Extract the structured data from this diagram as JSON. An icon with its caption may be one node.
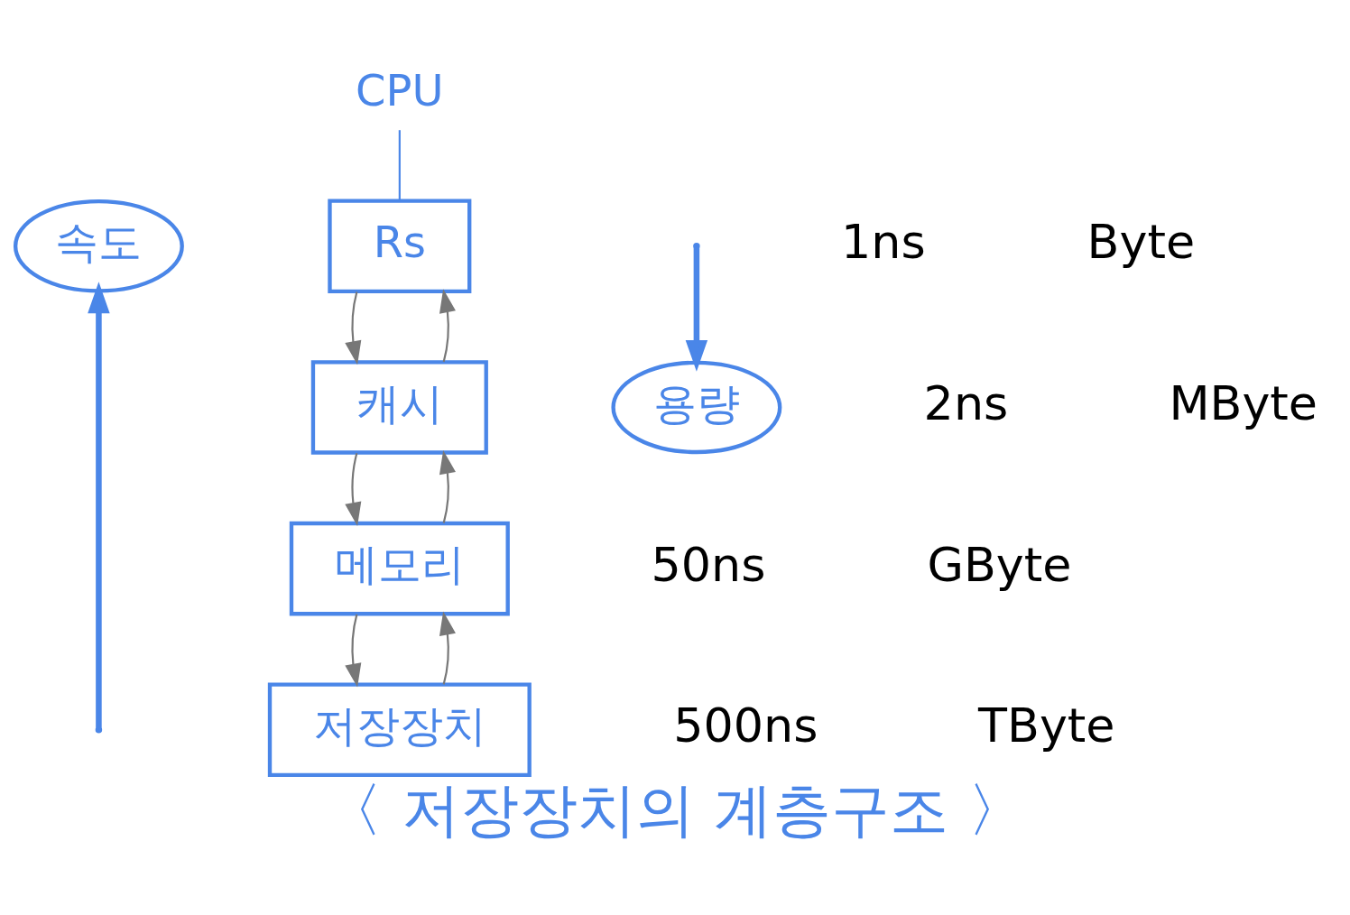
{
  "diagram": {
    "caption": "〈 저장장치의 계층구조 〉",
    "nodes": [
      {
        "text": [
          "속도"
        ]
      },
      {
        "text": [
          "CPU"
        ]
      },
      {
        "text": [
          "Rs"
        ]
      },
      {
        "text": [
          "캐시"
        ]
      },
      {
        "text": [
          "메모리"
        ]
      },
      {
        "text": [
          "저장장치"
        ]
      },
      {
        "text": [
          "용량"
        ]
      }
    ],
    "edges": [
      {
        "from": null,
        "to": 0,
        "arrow": "to",
        "color": "#4a86e8",
        "style": "thick"
      },
      {
        "from": 1,
        "to": 2,
        "arrow": "none",
        "color": "#4a86e8"
      },
      {
        "from": 2,
        "to": 3,
        "arrow": "to"
      },
      {
        "from": 3,
        "to": 2,
        "arrow": "to"
      },
      {
        "from": 3,
        "to": 4,
        "arrow": "to"
      },
      {
        "from": 4,
        "to": 3,
        "arrow": "to"
      },
      {
        "from": 4,
        "to": 5,
        "arrow": "to"
      },
      {
        "from": 5,
        "to": 4,
        "arrow": "to"
      },
      {
        "from": null,
        "to": 6,
        "arrow": "to",
        "color": "#4a86e8",
        "style": "thick"
      }
    ],
    "labels": [
      "1ns",
      "Byte",
      "2ns",
      "MByte",
      "50ns",
      "GByte",
      "500ns",
      "TByte"
    ]
  }
}
